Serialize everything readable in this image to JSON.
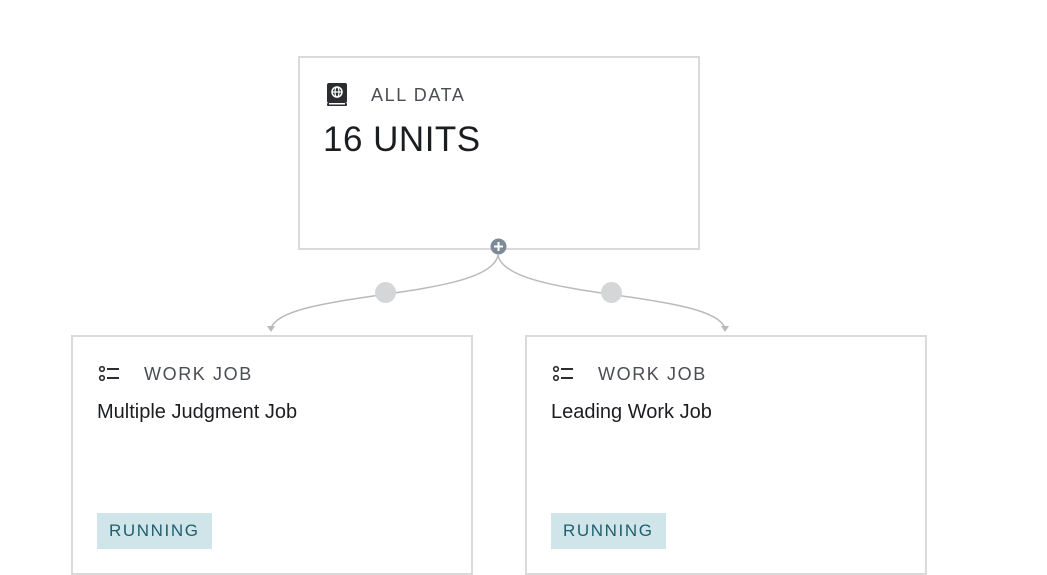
{
  "root": {
    "icon": "book-globe-icon",
    "type_label": "ALL DATA",
    "units_label": "16 UNITS"
  },
  "jobs": [
    {
      "icon": "list-icon",
      "type_label": "WORK JOB",
      "title": "Multiple Judgment Job",
      "status": "RUNNING"
    },
    {
      "icon": "list-icon",
      "type_label": "WORK JOB",
      "title": "Leading Work Job",
      "status": "RUNNING"
    }
  ],
  "colors": {
    "node_border": "#d9dadb",
    "edge": "#b8babd",
    "edge_dot": "#d4d6d8",
    "add_handle": "#7c8a99",
    "status_bg": "#cfe5ea",
    "status_text": "#1f5f6e"
  }
}
